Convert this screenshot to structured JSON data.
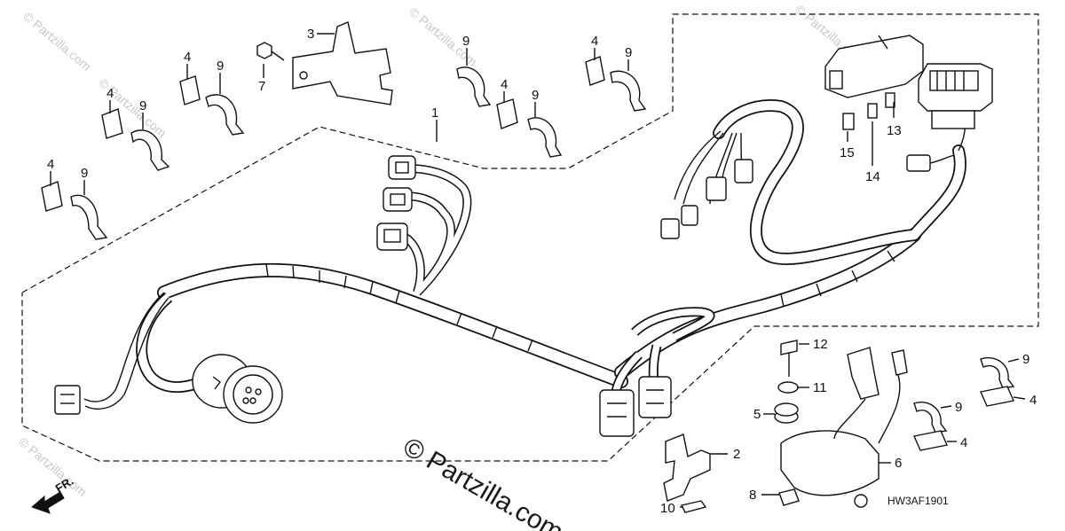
{
  "callouts": {
    "c1": "1",
    "c2": "2",
    "c3": "3",
    "c4a": "4",
    "c4b": "4",
    "c4c": "4",
    "c4d": "4",
    "c4e": "4",
    "c4f": "4",
    "c4g": "4",
    "c5": "5",
    "c6": "6",
    "c7": "7",
    "c8": "8",
    "c9a": "9",
    "c9b": "9",
    "c9c": "9",
    "c9d": "9",
    "c9e": "9",
    "c9f": "9",
    "c9g": "9",
    "c9h": "9",
    "c10": "10",
    "c11": "11",
    "c12": "12",
    "c13": "13",
    "c14": "14",
    "c15": "15"
  },
  "diagram_code": "HW3AF1901",
  "direction_label": "FR.",
  "watermark": {
    "main": "© Partzilla.com",
    "faint": "© Partzilla.com"
  },
  "colors": {
    "ink": "#111111",
    "background": "#ffffff",
    "watermark": "#c8c8c8"
  }
}
